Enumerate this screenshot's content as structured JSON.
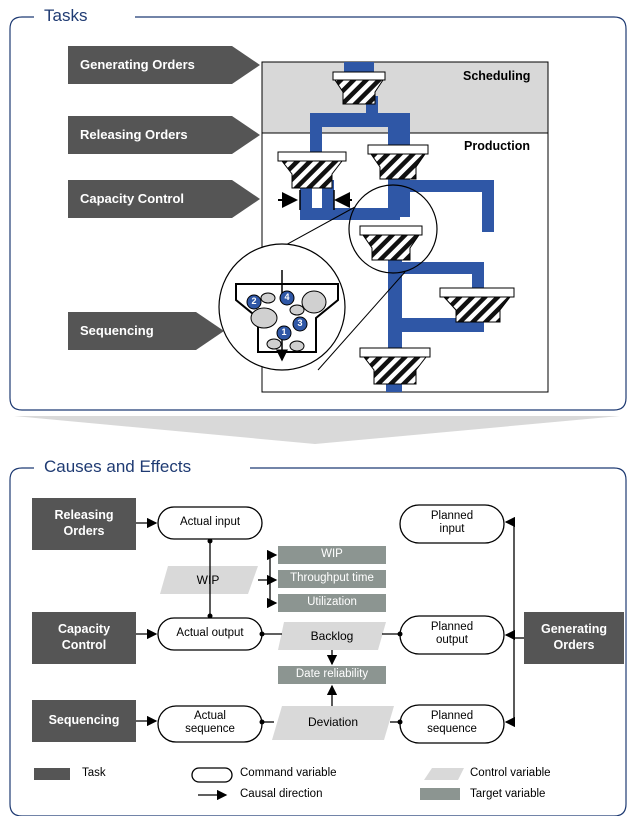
{
  "tasks_section": {
    "title": "Tasks",
    "arrows": [
      {
        "label": "Generating Orders"
      },
      {
        "label": "Releasing Orders"
      },
      {
        "label": "Capacity Control"
      },
      {
        "label": "Sequencing"
      }
    ],
    "area_labels": {
      "scheduling": "Scheduling",
      "production": "Production"
    },
    "zoom_numbers": [
      "1",
      "2",
      "3",
      "4"
    ]
  },
  "effects_section": {
    "title": "Causes and Effects",
    "tasks": {
      "releasing": "Releasing\nOrders",
      "capacity": "Capacity\nControl",
      "sequencing": "Sequencing",
      "generating": "Generating\nOrders"
    },
    "command_variables": {
      "actual_input": "Actual input",
      "actual_output": "Actual output",
      "actual_sequence": "Actual\nsequence",
      "planned_input": "Planned\ninput",
      "planned_output": "Planned\noutput",
      "planned_sequence": "Planned\nsequence"
    },
    "control_variables": {
      "wip": "WIP",
      "backlog": "Backlog",
      "deviation": "Deviation"
    },
    "target_variables": {
      "wip": "WIP",
      "throughput_time": "Throughput time",
      "utilization": "Utilization",
      "date_reliability": "Date reliability"
    }
  },
  "legend": {
    "task": "Task",
    "command_variable": "Command variable",
    "causal_direction": "Causal direction",
    "control_variable": "Control variable",
    "target_variable": "Target variable"
  },
  "colors": {
    "task_box": "#555555",
    "section_border": "#1f3b73",
    "flow_blue": "#2f57a6",
    "scheduling_bg": "#d8d8d8",
    "control_variable": "#d9d9d9",
    "target_variable": "#8c9591"
  }
}
